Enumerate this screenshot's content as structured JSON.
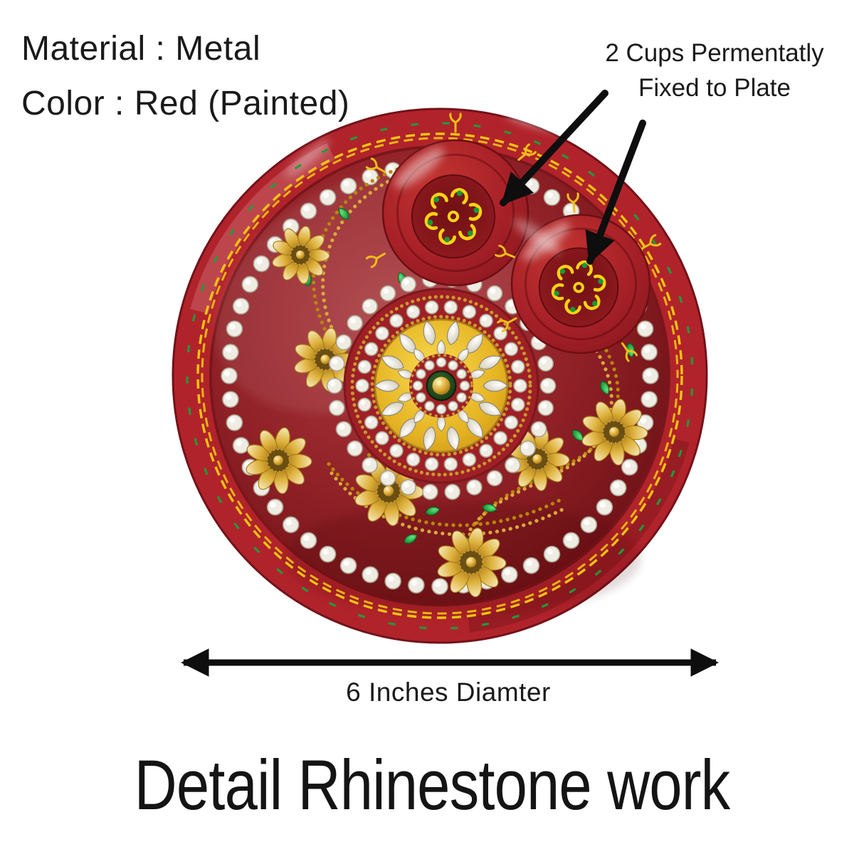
{
  "figure": {
    "type": "annotated product photo",
    "subject": "red painted metal pooja thali plate with rhinestone work and two fixed cups"
  },
  "annotations": {
    "material_line": "Material : Metal",
    "color_line": "Color : Red (Painted)",
    "cups_note_line1": "2 Cups Permentatly",
    "cups_note_line2": "Fixed to Plate",
    "diameter_label": "6 Inches Diamter",
    "caption_title": "Detail Rhinestone work"
  },
  "colors": {
    "background": "#ffffff",
    "plate_red": "#b1232b",
    "plate_face_maroon": "#8e2026",
    "paint_yellow": "#f3c411",
    "swirl_yellow": "#ffd215",
    "rhinestone_white": "#efece3",
    "rhinestone_green": "#1c9e3c",
    "gold_bead": "#b8860b",
    "annotation_ink": "#0e0e0e"
  }
}
